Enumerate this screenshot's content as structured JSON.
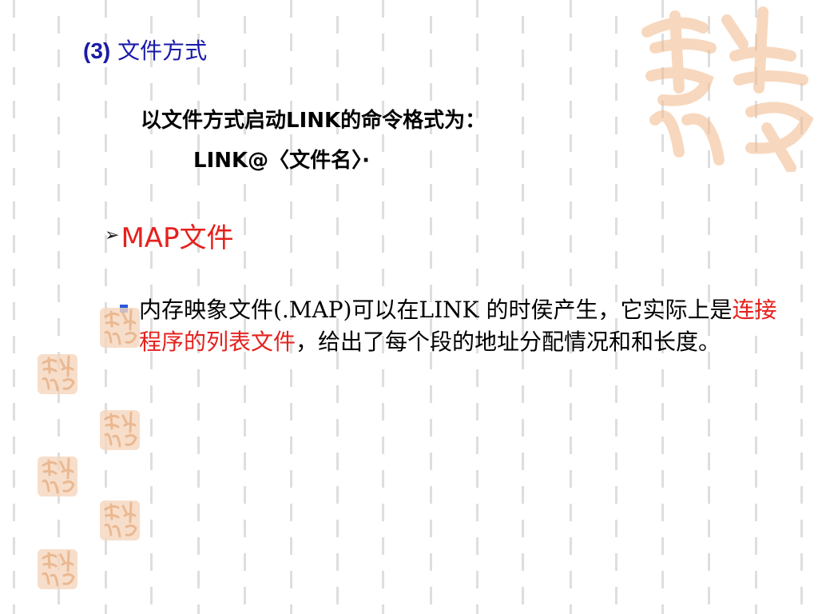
{
  "title": {
    "number": "(3)",
    "text": "文件方式"
  },
  "intro": {
    "line1": "以文件方式启动LINK的命令格式为：",
    "line2": "LINK@〈文件名〉·"
  },
  "section": {
    "label": "MAP文件"
  },
  "bullet": {
    "part1": "内存映象文件(.MAP)可以在LINK 的时侯产生，它实际上是",
    "highlight": "连接程序的列表文件",
    "part2": "，给出了每个段的地址分配情况和和长度。"
  },
  "colors": {
    "title": "#1a1aa8",
    "accent": "#e5211d",
    "bullet": "#2a5ad8"
  },
  "decor": {
    "seal_text": "吉祥如意"
  }
}
